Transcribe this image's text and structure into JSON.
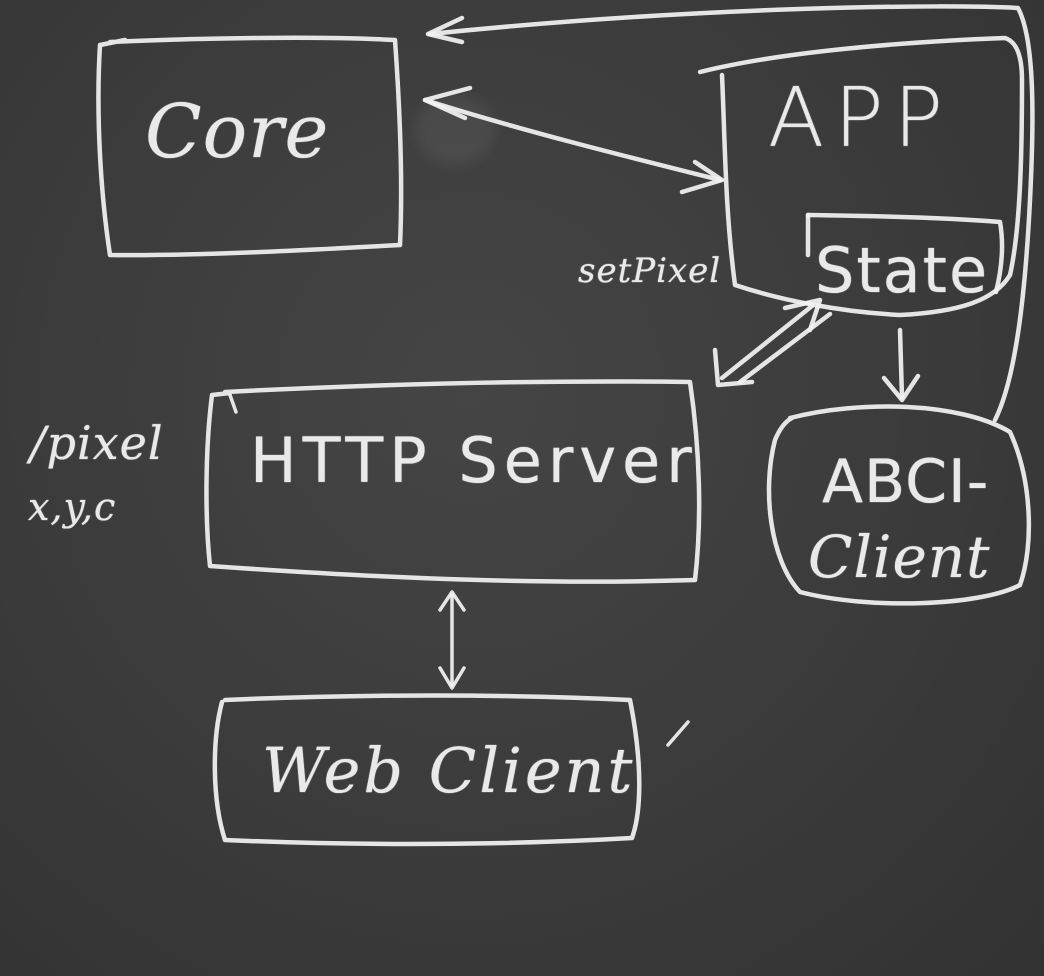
{
  "nodes": {
    "core": {
      "label": "Core"
    },
    "app": {
      "label": "APP"
    },
    "state": {
      "label": "State"
    },
    "http_server": {
      "label": "HTTP Server"
    },
    "abci_client": {
      "label_line1": "ABCI-",
      "label_line2": "Client"
    },
    "web_client": {
      "label": "Web Client"
    }
  },
  "annotations": {
    "set_pixel": "setPixel",
    "pixel_route": "/pixel",
    "pixel_params": "x,y,c"
  },
  "colors": {
    "board": "#3b3b3b",
    "chalk": "#f2f2f2"
  }
}
